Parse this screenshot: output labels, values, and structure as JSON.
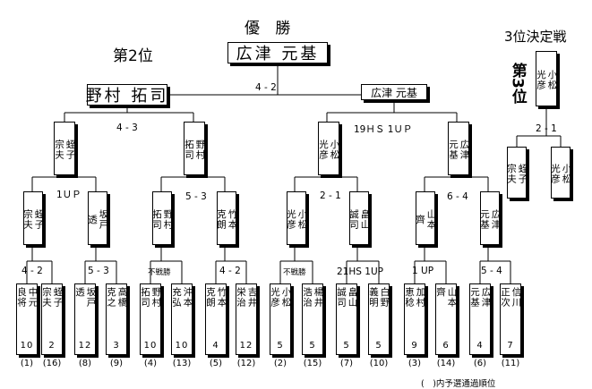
{
  "title": "優 勝",
  "champion": "広津 元基",
  "runner_up_label": "第2位",
  "runner_up": "野村 拓司",
  "final_score": "4 - 2",
  "finalist_right": "広津 元基",
  "third_place": {
    "title": "3位決定戦",
    "rank_label": "第3位",
    "winner": [
      "小松",
      "光彦"
    ],
    "score": "2 - 1",
    "players": [
      [
        "蛭子",
        "宗夫"
      ],
      [
        "小松",
        "光彦"
      ]
    ]
  },
  "semifinals": {
    "left": {
      "score": "4 - 3",
      "players": [
        [
          "蛭子",
          "宗夫"
        ],
        [
          "野村",
          "拓司"
        ]
      ]
    },
    "right": {
      "score": "19ＨＳ 1ＵＰ",
      "players": [
        [
          "小松",
          "光彦"
        ],
        [
          "広津",
          "元基"
        ]
      ]
    }
  },
  "quarterfinals": [
    {
      "score": "1ＵＰ",
      "players": [
        [
          "蛭子",
          "宗夫"
        ],
        [
          "坂戸",
          "透"
        ]
      ]
    },
    {
      "score": "5 - 3",
      "players": [
        [
          "野村",
          "拓司"
        ],
        [
          "竹本",
          "克朗"
        ]
      ]
    },
    {
      "score": "2 - 1",
      "players": [
        [
          "小松",
          "光彦"
        ],
        [
          "畠山",
          "誠司"
        ]
      ]
    },
    {
      "score": "6 - 4",
      "players": [
        [
          "山本",
          "齊"
        ],
        [
          "広津",
          "元基"
        ]
      ]
    }
  ],
  "round1_scores": [
    "4 - 2",
    "5 - 3",
    "不戦勝",
    "4 - 2",
    "不戦勝",
    "21HS 1UP",
    "1 UP",
    "5 - 4"
  ],
  "round1": [
    {
      "name": [
        "中元",
        "良将"
      ],
      "seed": "10",
      "order": "(1)"
    },
    {
      "name": [
        "蛭子",
        "宗夫"
      ],
      "seed": "2",
      "order": "(16)"
    },
    {
      "name": [
        "坂戸",
        "透"
      ],
      "seed": "12",
      "order": "(8)"
    },
    {
      "name": [
        "高橋",
        "克之"
      ],
      "seed": "3",
      "order": "(9)"
    },
    {
      "name": [
        "野村",
        "拓司"
      ],
      "seed": "10",
      "order": "(4)"
    },
    {
      "name": [
        "沖本",
        "充弘"
      ],
      "seed": "10",
      "order": "(13)"
    },
    {
      "name": [
        "竹本",
        "克朗"
      ],
      "seed": "4",
      "order": "(5)"
    },
    {
      "name": [
        "吉井",
        "栄治"
      ],
      "seed": "12",
      "order": "(12)"
    },
    {
      "name": [
        "小松",
        "光彦"
      ],
      "seed": "5",
      "order": "(2)"
    },
    {
      "name": [
        "楊井",
        "浩治"
      ],
      "seed": "5",
      "order": "(15)"
    },
    {
      "name": [
        "畠山",
        "誠司"
      ],
      "seed": "5",
      "order": "(7)"
    },
    {
      "name": [
        "白野",
        "義明"
      ],
      "seed": "5",
      "order": "(10)"
    },
    {
      "name": [
        "加村",
        "恵稔"
      ],
      "seed": "9",
      "order": "(3)"
    },
    {
      "name": [
        "山本",
        "齊"
      ],
      "seed": "6",
      "order": "(14)"
    },
    {
      "name": [
        "広津",
        "元基"
      ],
      "seed": "4",
      "order": "(6)"
    },
    {
      "name": [
        "信川",
        "正次"
      ],
      "seed": "7",
      "order": "(11)"
    }
  ],
  "footnote": "(　)内予選通過順位"
}
